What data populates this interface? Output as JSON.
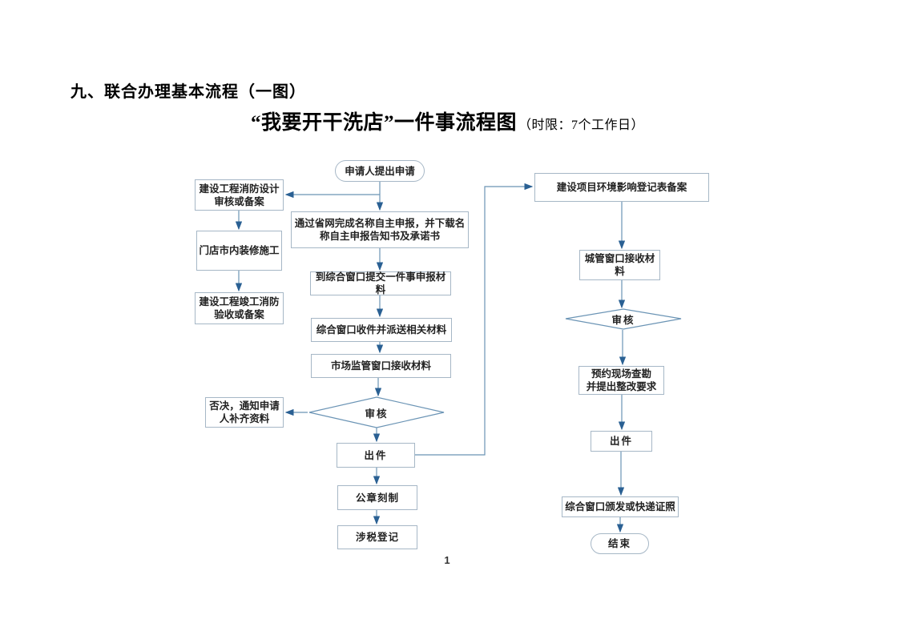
{
  "document": {
    "heading": "九、联合办理基本流程（一图）",
    "title": "“我要开干洗店”一件事流程图",
    "title_note": "（时限：7个工作日）",
    "page_number": "1"
  },
  "flowchart": {
    "nodes": {
      "start": "申请人提出申请",
      "fire_design": "建设工程消防设计\n审核或备案",
      "decoration": "门店市内装修施工",
      "fire_acceptance": "建设工程竣工消防\n验收或备案",
      "online_declare": "通过省网完成名称自主申报，并下载名\n称自主申报告知书及承诺书",
      "submit_materials": "到综合窗口提交一件事申报材\n料",
      "dispatch_materials": "综合窗口收件并派送相关材料",
      "market_receive": "市场监管窗口接收材料",
      "review_center": "审核",
      "reject_notice": "否决，通知申请\n人补齐资料",
      "issue_center": "出件",
      "seal_making": "公章刻制",
      "tax_registration": "涉税登记",
      "env_registration": "建设项目环境影响登记表备案",
      "cityadmin_receive": "城管窗口接收材\n料",
      "review_right": "审核",
      "site_survey": "预约现场查勘\n并提出整改要求",
      "issue_right": "出件",
      "license_delivery": "综合窗口颁发或快递证照",
      "end": "结束"
    },
    "colors": {
      "connector_line": "#6b94b5",
      "arrowhead": "#2a6093",
      "node_border": "#a6b7c6",
      "node_text": "#222222"
    }
  }
}
